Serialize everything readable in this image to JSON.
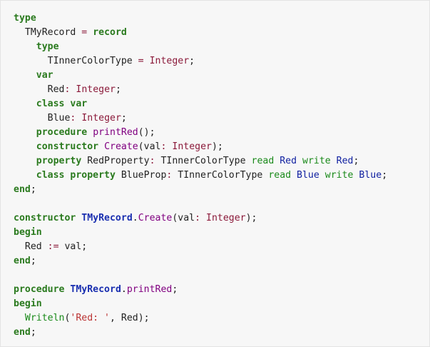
{
  "colors": {
    "background": "#f7f7f7",
    "plain": "#222222",
    "keyword": "#2a7a1e",
    "type": "#8b1a3a",
    "func": "#800080",
    "def": "#1a2fb0",
    "ident": "#0f1fa0",
    "string": "#b33333"
  },
  "lines": [
    [
      {
        "t": "keyword",
        "v": "type"
      }
    ],
    [
      {
        "t": "plain",
        "v": "  TMyRecord "
      },
      {
        "t": "type",
        "v": "="
      },
      {
        "t": "plain",
        "v": " "
      },
      {
        "t": "keyword",
        "v": "record"
      }
    ],
    [
      {
        "t": "plain",
        "v": "    "
      },
      {
        "t": "keyword",
        "v": "type"
      }
    ],
    [
      {
        "t": "plain",
        "v": "      TInnerColorType "
      },
      {
        "t": "type",
        "v": "="
      },
      {
        "t": "plain",
        "v": " "
      },
      {
        "t": "type",
        "v": "Integer"
      },
      {
        "t": "plain",
        "v": ";"
      }
    ],
    [
      {
        "t": "plain",
        "v": "    "
      },
      {
        "t": "keyword",
        "v": "var"
      }
    ],
    [
      {
        "t": "plain",
        "v": "      Red"
      },
      {
        "t": "type",
        "v": ":"
      },
      {
        "t": "plain",
        "v": " "
      },
      {
        "t": "type",
        "v": "Integer"
      },
      {
        "t": "plain",
        "v": ";"
      }
    ],
    [
      {
        "t": "plain",
        "v": "    "
      },
      {
        "t": "keyword",
        "v": "class var"
      }
    ],
    [
      {
        "t": "plain",
        "v": "      Blue"
      },
      {
        "t": "type",
        "v": ":"
      },
      {
        "t": "plain",
        "v": " "
      },
      {
        "t": "type",
        "v": "Integer"
      },
      {
        "t": "plain",
        "v": ";"
      }
    ],
    [
      {
        "t": "plain",
        "v": "    "
      },
      {
        "t": "keyword",
        "v": "procedure"
      },
      {
        "t": "plain",
        "v": " "
      },
      {
        "t": "func",
        "v": "printRed"
      },
      {
        "t": "plain",
        "v": "();"
      }
    ],
    [
      {
        "t": "plain",
        "v": "    "
      },
      {
        "t": "keyword",
        "v": "constructor"
      },
      {
        "t": "plain",
        "v": " "
      },
      {
        "t": "func",
        "v": "Create"
      },
      {
        "t": "plain",
        "v": "(val"
      },
      {
        "t": "type",
        "v": ":"
      },
      {
        "t": "plain",
        "v": " "
      },
      {
        "t": "type",
        "v": "Integer"
      },
      {
        "t": "plain",
        "v": ");"
      }
    ],
    [
      {
        "t": "plain",
        "v": "    "
      },
      {
        "t": "keyword",
        "v": "property"
      },
      {
        "t": "plain",
        "v": " RedProperty"
      },
      {
        "t": "type",
        "v": ":"
      },
      {
        "t": "plain",
        "v": " TInnerColorType "
      },
      {
        "t": "rw",
        "v": "read"
      },
      {
        "t": "plain",
        "v": " "
      },
      {
        "t": "ident",
        "v": "Red"
      },
      {
        "t": "plain",
        "v": " "
      },
      {
        "t": "rw",
        "v": "write"
      },
      {
        "t": "plain",
        "v": " "
      },
      {
        "t": "ident",
        "v": "Red"
      },
      {
        "t": "plain",
        "v": ";"
      }
    ],
    [
      {
        "t": "plain",
        "v": "    "
      },
      {
        "t": "keyword",
        "v": "class property"
      },
      {
        "t": "plain",
        "v": " BlueProp"
      },
      {
        "t": "type",
        "v": ":"
      },
      {
        "t": "plain",
        "v": " TInnerColorType "
      },
      {
        "t": "rw",
        "v": "read"
      },
      {
        "t": "plain",
        "v": " "
      },
      {
        "t": "ident",
        "v": "Blue"
      },
      {
        "t": "plain",
        "v": " "
      },
      {
        "t": "rw",
        "v": "write"
      },
      {
        "t": "plain",
        "v": " "
      },
      {
        "t": "ident",
        "v": "Blue"
      },
      {
        "t": "plain",
        "v": ";"
      }
    ],
    [
      {
        "t": "keyword",
        "v": "end"
      },
      {
        "t": "plain",
        "v": ";"
      }
    ],
    [],
    [
      {
        "t": "keyword",
        "v": "constructor"
      },
      {
        "t": "plain",
        "v": " "
      },
      {
        "t": "def",
        "v": "TMyRecord"
      },
      {
        "t": "plain",
        "v": "."
      },
      {
        "t": "func",
        "v": "Create"
      },
      {
        "t": "plain",
        "v": "(val"
      },
      {
        "t": "type",
        "v": ":"
      },
      {
        "t": "plain",
        "v": " "
      },
      {
        "t": "type",
        "v": "Integer"
      },
      {
        "t": "plain",
        "v": ");"
      }
    ],
    [
      {
        "t": "keyword",
        "v": "begin"
      }
    ],
    [
      {
        "t": "plain",
        "v": "  Red "
      },
      {
        "t": "type",
        "v": ":="
      },
      {
        "t": "plain",
        "v": " val;"
      }
    ],
    [
      {
        "t": "keyword",
        "v": "end"
      },
      {
        "t": "plain",
        "v": ";"
      }
    ],
    [],
    [
      {
        "t": "keyword",
        "v": "procedure"
      },
      {
        "t": "plain",
        "v": " "
      },
      {
        "t": "def",
        "v": "TMyRecord"
      },
      {
        "t": "plain",
        "v": "."
      },
      {
        "t": "func",
        "v": "printRed"
      },
      {
        "t": "plain",
        "v": ";"
      }
    ],
    [
      {
        "t": "keyword",
        "v": "begin"
      }
    ],
    [
      {
        "t": "plain",
        "v": "  "
      },
      {
        "t": "rw",
        "v": "Writeln"
      },
      {
        "t": "plain",
        "v": "("
      },
      {
        "t": "string",
        "v": "'Red: '"
      },
      {
        "t": "plain",
        "v": ", Red);"
      }
    ],
    [
      {
        "t": "keyword",
        "v": "end"
      },
      {
        "t": "plain",
        "v": ";"
      }
    ]
  ]
}
